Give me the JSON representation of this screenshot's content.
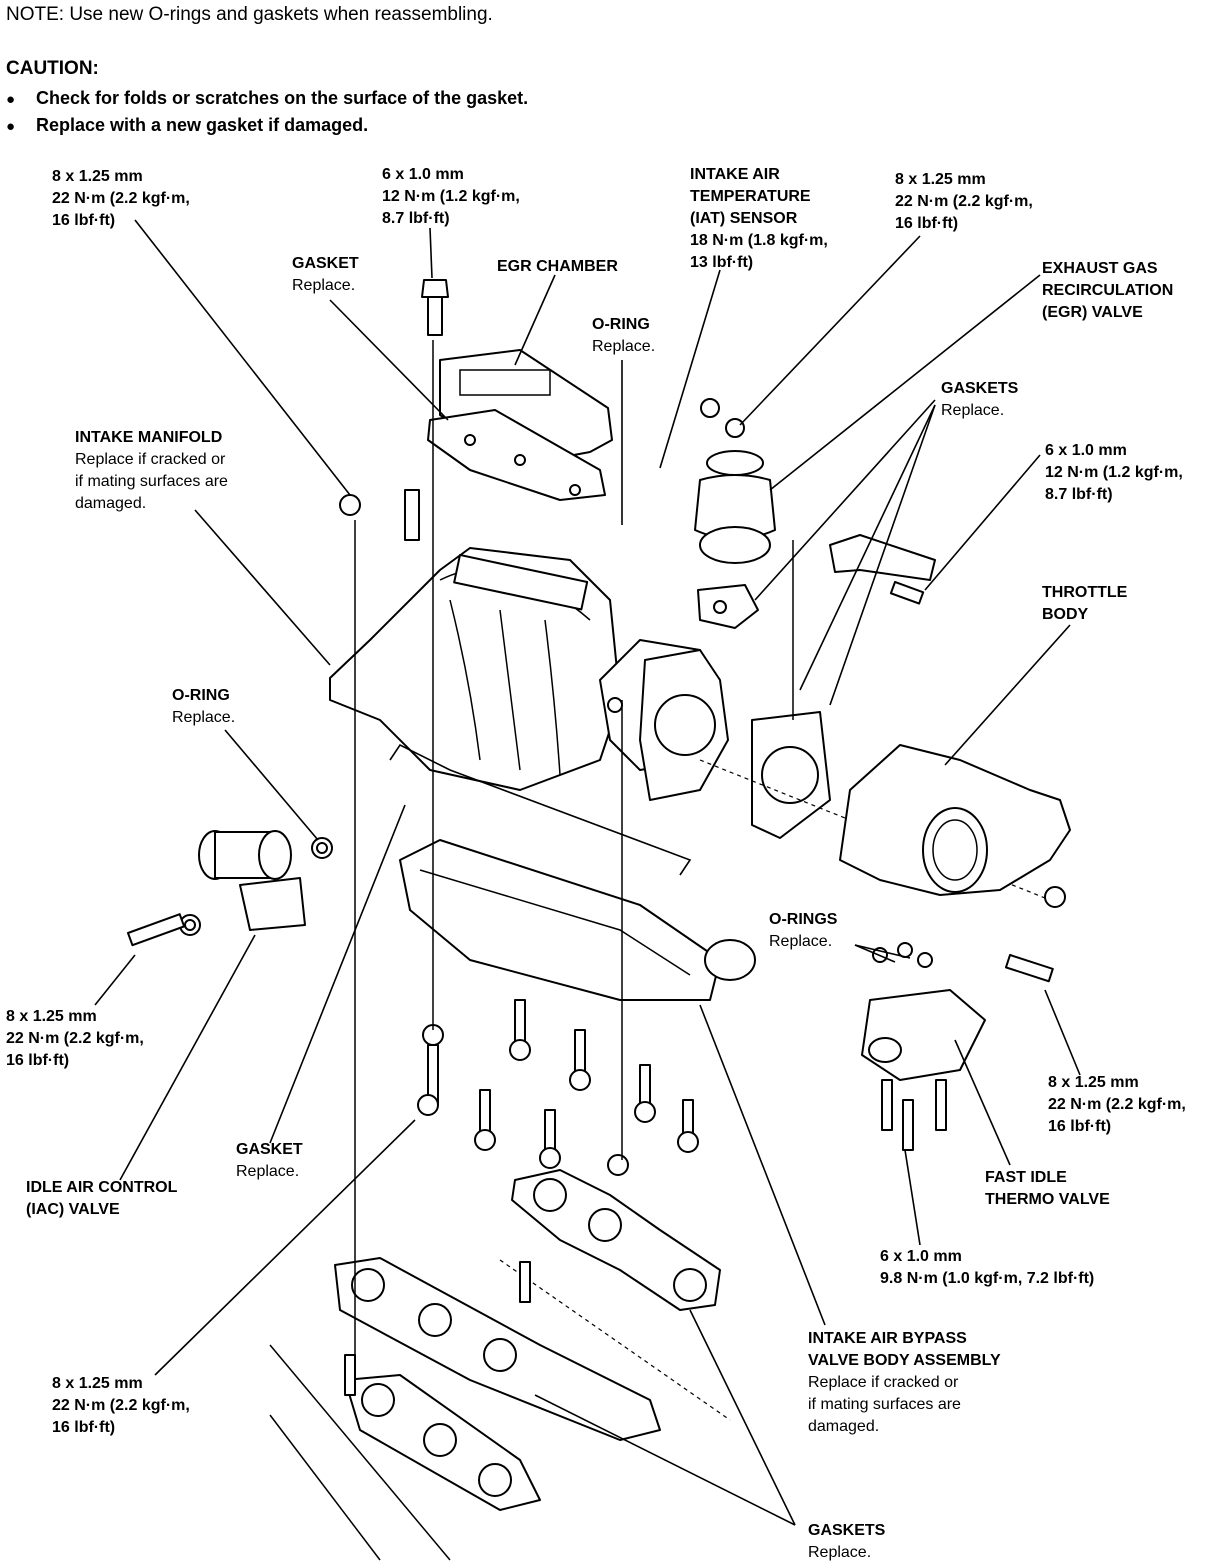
{
  "note": "NOTE:  Use new O-rings and gaskets when reassembling.",
  "caution": {
    "title": "CAUTION:",
    "items": [
      "Check for folds or scratches on the surface of the gasket.",
      "Replace with a new gasket if damaged."
    ]
  },
  "labels": {
    "bolt_top_left": [
      "8 x 1.25 mm",
      "22 N·m (2.2 kgf·m,",
      "16 lbf·ft)"
    ],
    "bolt_top_center": [
      "6 x 1.0 mm",
      "12 N·m (1.2 kgf·m,",
      "8.7 lbf·ft)"
    ],
    "iat_sensor": {
      "title": [
        "INTAKE AIR",
        "TEMPERATURE",
        "(IAT) SENSOR"
      ],
      "spec": [
        "18 N·m (1.8 kgf·m,",
        "13 lbf·ft)"
      ]
    },
    "bolt_top_right": [
      "8 x 1.25 mm",
      "22 N·m (2.2 kgf·m,",
      "16 lbf·ft)"
    ],
    "gasket_top": {
      "title": "GASKET",
      "sub": "Replace."
    },
    "egr_chamber": "EGR CHAMBER",
    "oring_top": {
      "title": "O-RING",
      "sub": "Replace."
    },
    "egr_valve": [
      "EXHAUST GAS",
      "RECIRCULATION",
      "(EGR) VALVE"
    ],
    "gaskets_right": {
      "title": "GASKETS",
      "sub": "Replace."
    },
    "intake_manifold": {
      "title": "INTAKE MANIFOLD",
      "sub": [
        "Replace if cracked or",
        "if mating surfaces are",
        "damaged."
      ]
    },
    "bolt_right_upper": [
      "6 x 1.0 mm",
      "12 N·m (1.2 kgf·m,",
      "8.7 lbf·ft)"
    ],
    "throttle_body": [
      "THROTTLE",
      "BODY"
    ],
    "oring_left": {
      "title": "O-RING",
      "sub": "Replace."
    },
    "orings_mid": {
      "title": "O-RINGS",
      "sub": "Replace."
    },
    "bolt_left_mid": [
      "8 x 1.25 mm",
      "22 N·m (2.2 kgf·m,",
      "16 lbf·ft)"
    ],
    "bolt_right_mid": [
      "8 x 1.25 mm",
      "22 N·m (2.2 kgf·m,",
      "16 lbf·ft)"
    ],
    "gasket_mid": {
      "title": "GASKET",
      "sub": "Replace."
    },
    "fast_idle": [
      "FAST IDLE",
      "THERMO VALVE"
    ],
    "iac_valve": [
      "IDLE AIR CONTROL",
      "(IAC) VALVE"
    ],
    "bolt_bottom_right": [
      "6 x 1.0 mm",
      "9.8 N·m (1.0 kgf·m, 7.2 lbf·ft)"
    ],
    "bypass_valve": {
      "title": [
        "INTAKE AIR BYPASS",
        "VALVE BODY ASSEMBLY"
      ],
      "sub": [
        "Replace if cracked or",
        "if mating surfaces are",
        "damaged."
      ]
    },
    "bolt_bottom_left": [
      "8 x 1.25 mm",
      "22 N·m (2.2 kgf·m,",
      "16 lbf·ft)"
    ],
    "gaskets_bottom": {
      "title": "GASKETS",
      "sub": "Replace."
    }
  }
}
